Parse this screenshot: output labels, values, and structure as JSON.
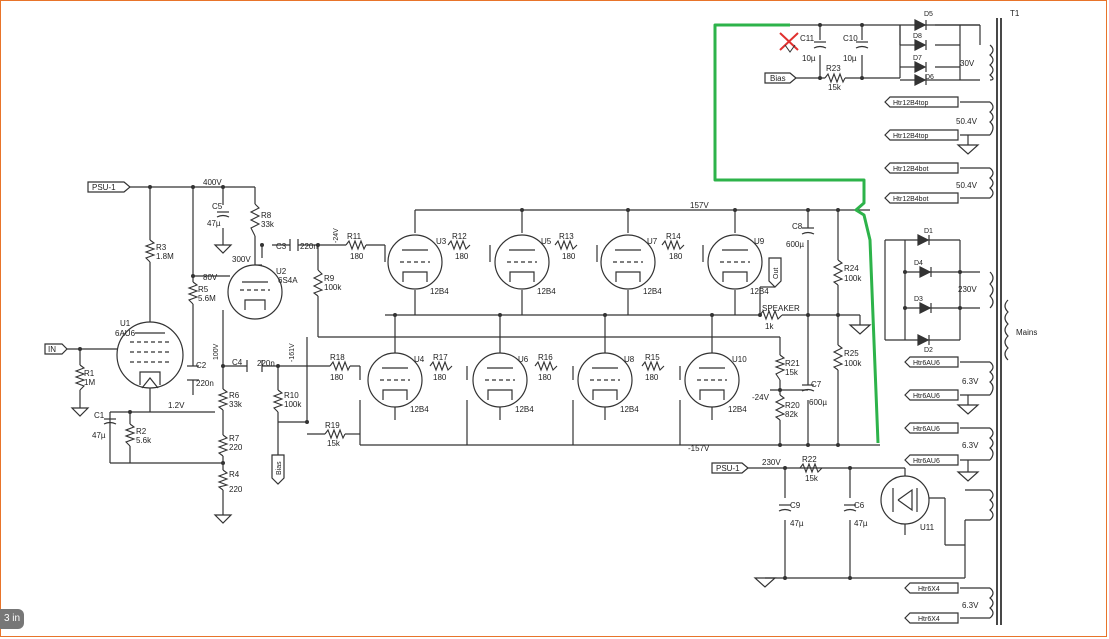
{
  "zoom_badge": "3 in",
  "diagram": {
    "green_wire_color": "#2db34a",
    "cross_mark_color": "#e0302e",
    "ports": {
      "psu_left": "PSU-1",
      "psu_right": "PSU-1",
      "in": "IN",
      "bias_top": "Bias",
      "bias_bottom": "Bias",
      "out": "Out",
      "speaker": "SPEAKER",
      "mains": "Mains",
      "t1": "T1",
      "htr_12b4top_1": "Htr12B4top",
      "htr_12b4top_2": "Htr12B4top",
      "htr_12b4bot_1": "Htr12B4bot",
      "htr_12b4bot_2": "Htr12B4bot",
      "htr_6au6_1": "Htr6AU6",
      "htr_6au6_2": "Htr6AU6",
      "htr_6au6_3": "Htr6AU6",
      "htr_6au6_4": "Htr6AU6",
      "htr_6x4_1": "Htr6X4",
      "htr_6x4_2": "Htr6X4"
    },
    "voltages": {
      "v400": "400V",
      "v300": "300V",
      "v80": "80V",
      "v1_2": "1.2V",
      "v100": "100V",
      "v_neg24_top": "-24V",
      "v_neg161": "-161V",
      "v157": "157V",
      "v_neg157": "-157V",
      "v_neg24_right": "-24V",
      "v230_psu": "230V",
      "v30": "30V",
      "v50_4a": "50.4V",
      "v50_4b": "50.4V",
      "v230_tr": "230V",
      "v6_3a": "6.3V",
      "v6_3b": "6.3V",
      "v6_3c": "6.3V"
    },
    "components": {
      "r1": [
        "R1",
        "1M"
      ],
      "r2": [
        "R2",
        "5.6k"
      ],
      "r3": [
        "R3",
        "1.8M"
      ],
      "r4": [
        "R4",
        "220"
      ],
      "r5": [
        "R5",
        "5.6M"
      ],
      "r6": [
        "R6",
        "33k"
      ],
      "r7": [
        "R7",
        "220"
      ],
      "r8": [
        "R8",
        "33k"
      ],
      "r9": [
        "R9",
        "100k"
      ],
      "r10": [
        "R10",
        "100k"
      ],
      "r11": [
        "R11",
        "180"
      ],
      "r12": [
        "R12",
        "180"
      ],
      "r13": [
        "R13",
        "180"
      ],
      "r14": [
        "R14",
        "180"
      ],
      "r15": [
        "R15",
        "180"
      ],
      "r16": [
        "R16",
        "180"
      ],
      "r17": [
        "R17",
        "180"
      ],
      "r18": [
        "R18",
        "180"
      ],
      "r19": [
        "R19",
        "15k"
      ],
      "r20": [
        "R20",
        "82k"
      ],
      "r21": [
        "R21",
        "15k"
      ],
      "r22": [
        "R22",
        "15k"
      ],
      "r23": [
        "R23",
        "15k"
      ],
      "r24": [
        "R24",
        "100k"
      ],
      "r25": [
        "R25",
        "100k"
      ],
      "r_spk": [
        "",
        "1k"
      ],
      "c1": [
        "C1",
        "47µ"
      ],
      "c2": [
        "C2",
        "220n"
      ],
      "c3": [
        "C3",
        "220n"
      ],
      "c4": [
        "C4",
        "220n"
      ],
      "c5": [
        "C5",
        "47µ"
      ],
      "c6": [
        "C6",
        "47µ"
      ],
      "c7": [
        "C7",
        "600µ"
      ],
      "c8": [
        "C8",
        "600µ"
      ],
      "c9": [
        "C9",
        "47µ"
      ],
      "c10": [
        "C10",
        "10µ"
      ],
      "c11": [
        "C11",
        "10µ"
      ],
      "u1": [
        "U1",
        "6AU6"
      ],
      "u2": [
        "U2",
        "6S4A"
      ],
      "u3": [
        "U3",
        "12B4"
      ],
      "u4": [
        "U4",
        "12B4"
      ],
      "u5": [
        "U5",
        "12B4"
      ],
      "u6": [
        "U6",
        "12B4"
      ],
      "u7": [
        "U7",
        "12B4"
      ],
      "u8": [
        "U8",
        "12B4"
      ],
      "u9": [
        "U9",
        "12B4"
      ],
      "u10": [
        "U10",
        "12B4"
      ],
      "u11": [
        "U11",
        ""
      ],
      "d1": "D1",
      "d2": "D2",
      "d3": "D3",
      "d4": "D4",
      "d5": "D5",
      "d6": "D6",
      "d7": "D7",
      "d8": "D8"
    }
  }
}
